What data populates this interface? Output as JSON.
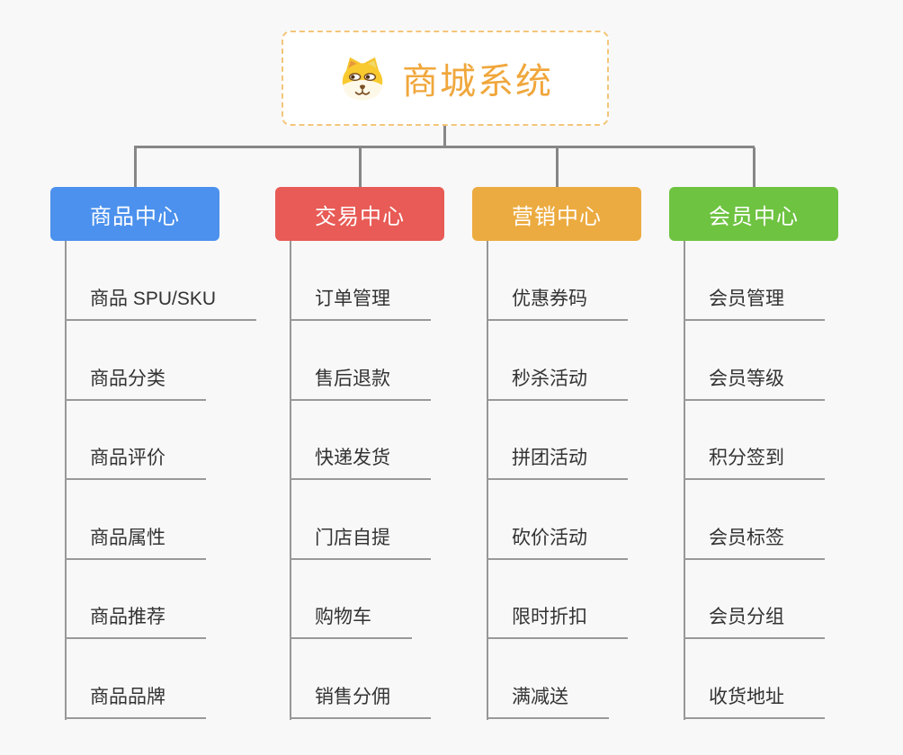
{
  "root": {
    "title": "商城系统",
    "icon": "shiba-dog-icon"
  },
  "branches": [
    {
      "label": "商品中心",
      "color": "#4B91ED",
      "children": [
        "商品 SPU/SKU",
        "商品分类",
        "商品评价",
        "商品属性",
        "商品推荐",
        "商品品牌"
      ]
    },
    {
      "label": "交易中心",
      "color": "#E85B56",
      "children": [
        "订单管理",
        "售后退款",
        "快递发货",
        "门店自提",
        "购物车",
        "销售分佣"
      ]
    },
    {
      "label": "营销中心",
      "color": "#ECAB40",
      "children": [
        "优惠券码",
        "秒杀活动",
        "拼团活动",
        "砍价活动",
        "限时折扣",
        "满减送"
      ]
    },
    {
      "label": "会员中心",
      "color": "#6EC341",
      "children": [
        "会员管理",
        "会员等级",
        "积分签到",
        "会员标签",
        "会员分组",
        "收货地址"
      ]
    }
  ],
  "colors": {
    "page_background": "#F8F8F8",
    "root_title": "#F0A73C",
    "root_border": "#F3C67A",
    "connector": "#878787",
    "leaf_underline": "#999999",
    "leaf_text": "#333333"
  }
}
